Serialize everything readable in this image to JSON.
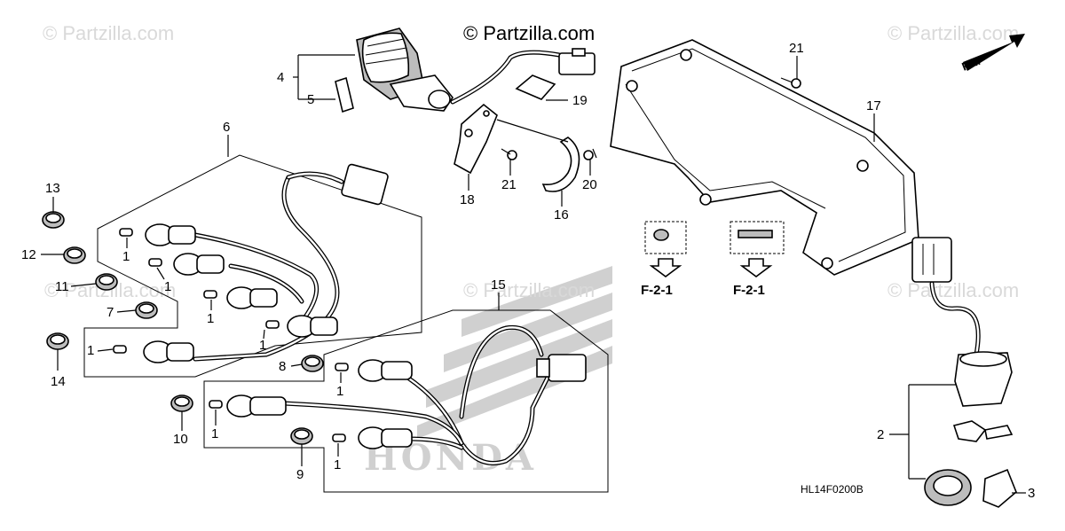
{
  "watermarks": {
    "main": "© Partzilla.com",
    "faded": "© Partzilla.com"
  },
  "diagram_code": "HL14F0200B",
  "direction_label": "FR.",
  "reference_labels": [
    "F-2-1",
    "F-2-1"
  ],
  "callouts": {
    "c1": "1",
    "c2": "2",
    "c3": "3",
    "c4": "4",
    "c5": "5",
    "c6": "6",
    "c7": "7",
    "c8": "8",
    "c9": "9",
    "c10": "10",
    "c11": "11",
    "c12": "12",
    "c13": "13",
    "c14": "14",
    "c15": "15",
    "c16": "16",
    "c17": "17",
    "c18": "18",
    "c19": "19",
    "c20": "20",
    "c21": "21"
  }
}
